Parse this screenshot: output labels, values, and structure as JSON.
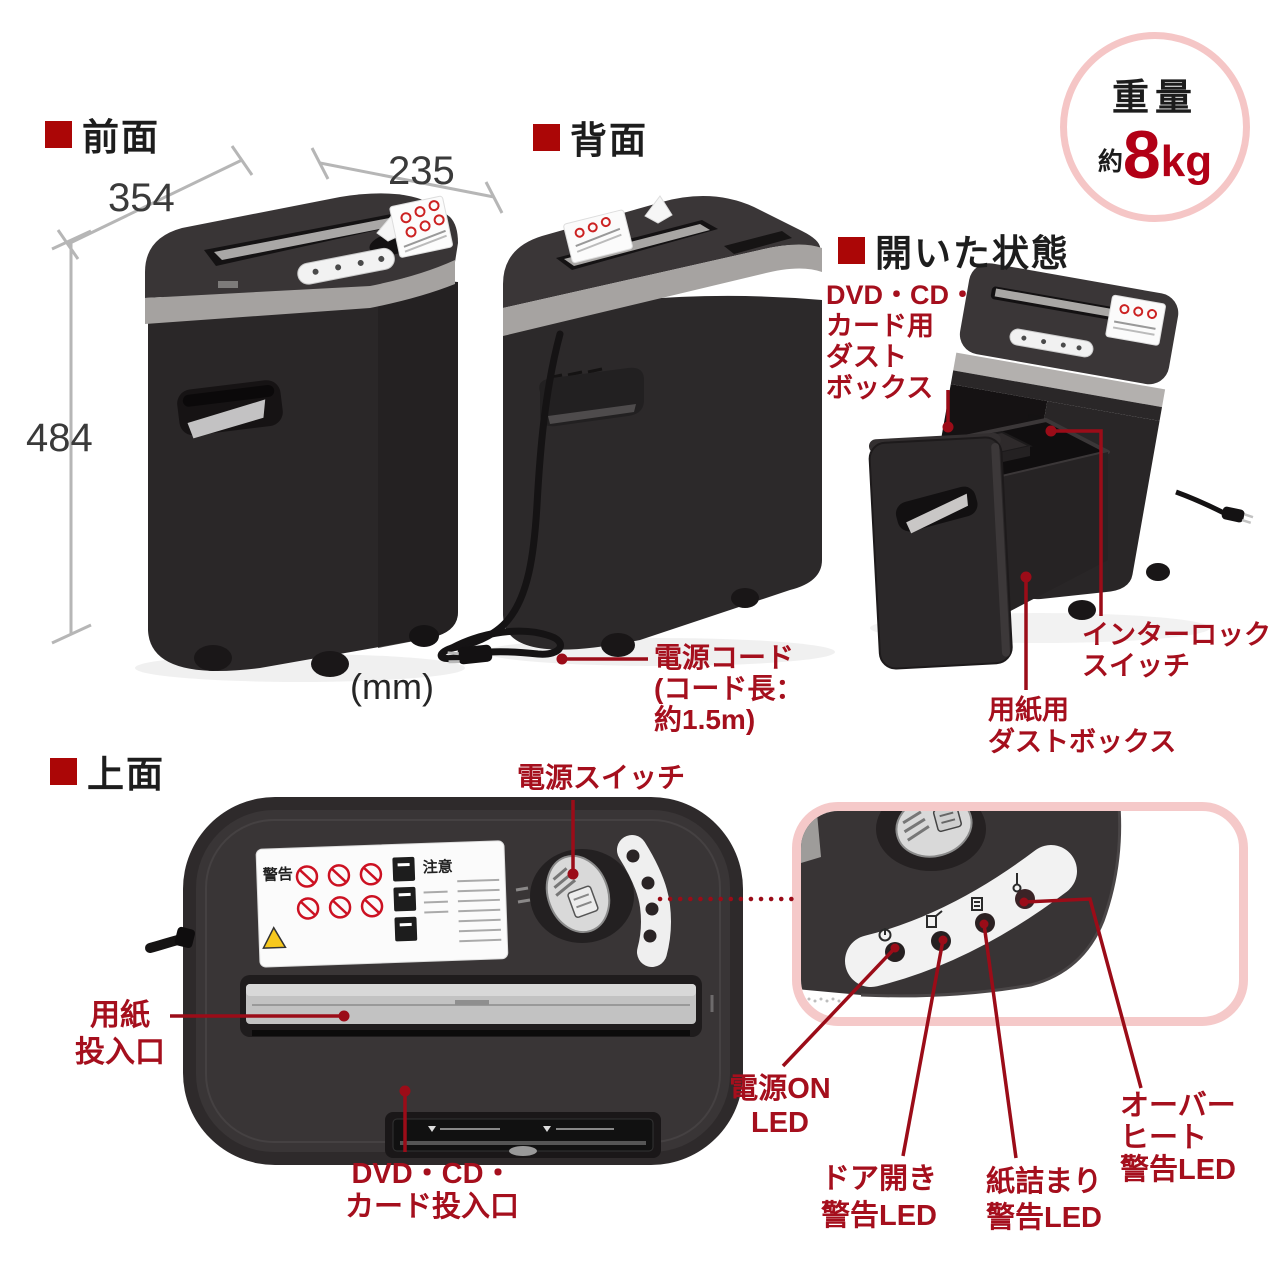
{
  "colors": {
    "label_red": "#a50f1d",
    "leader_red": "#9b0c18",
    "heading_square_red": "#ab0606",
    "heading_text": "#1d1d1d",
    "dimension_gray": "#b6b6b6",
    "dimension_text": "#3a3a3a",
    "badge_value_red": "#b20016",
    "badge_border_pink": "#f5c6c6",
    "zoom_panel_border_pink": "#f5c9c9",
    "device_body": "#2b2829",
    "device_head": "#3a3637",
    "device_band_gray": "#a5a2a0"
  },
  "headings": {
    "front": "前面",
    "back": "背面",
    "open": "開いた状態",
    "top": "上面"
  },
  "dimensions": {
    "depth": "354",
    "width": "235",
    "height": "484",
    "unit": "(mm)"
  },
  "weight_badge": {
    "title": "重量",
    "approx": "約",
    "value": "8",
    "unit": "kg"
  },
  "labels": {
    "power_cord": [
      "電源コード",
      "(コード長：",
      "約1.5m)"
    ],
    "dvd_dust_box": [
      "DVD・CD・",
      "カード用",
      "ダスト",
      "ボックス"
    ],
    "interlock_switch": [
      "インターロック",
      "スイッチ"
    ],
    "paper_dust_box": [
      "用紙用",
      "ダストボックス"
    ],
    "power_switch": "電源スイッチ",
    "paper_slot": [
      "用紙",
      "投入口"
    ],
    "dvd_slot": [
      "DVD・CD・",
      "カード投入口"
    ],
    "led_power": [
      "電源ON",
      "LED"
    ],
    "led_door": [
      "ドア開き",
      "警告LED"
    ],
    "led_jam": [
      "紙詰まり",
      "警告LED"
    ],
    "led_overheat": [
      "オーバー",
      "ヒート",
      "警告LED"
    ]
  },
  "sticker": {
    "warning": "警告",
    "caution": "注意"
  }
}
